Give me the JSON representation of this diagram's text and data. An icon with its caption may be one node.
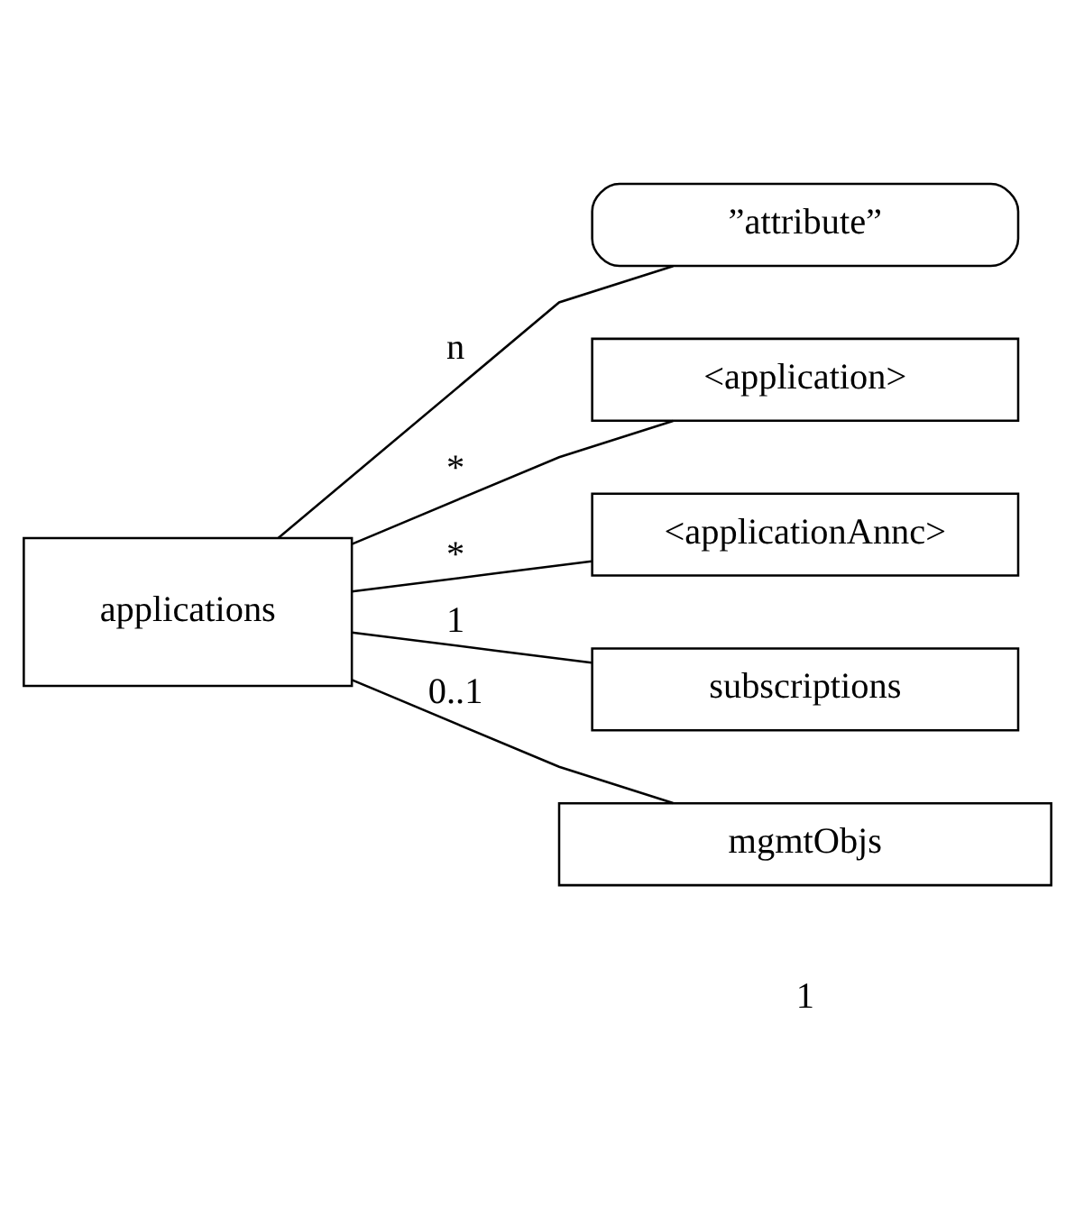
{
  "diagram": {
    "nodes": [
      {
        "text": [
          "applications"
        ]
      },
      {
        "text": [
          "”attribute”"
        ]
      },
      {
        "text": [
          "<application>"
        ]
      },
      {
        "text": [
          "<applicationAnnc>"
        ]
      },
      {
        "text": [
          "subscriptions"
        ]
      },
      {
        "text": [
          "mgmtObjs"
        ]
      }
    ],
    "edges": [
      {
        "from": 0,
        "to": 1,
        "arrow": "none",
        "label": "n"
      },
      {
        "from": 0,
        "to": 2,
        "arrow": "none",
        "label": "*"
      },
      {
        "from": 0,
        "to": 3,
        "arrow": "none",
        "label": "*"
      },
      {
        "from": 0,
        "to": 4,
        "arrow": "none",
        "label": "1"
      },
      {
        "from": 0,
        "to": 5,
        "arrow": "none",
        "label": "0..1"
      }
    ],
    "labels": [
      "1"
    ]
  }
}
